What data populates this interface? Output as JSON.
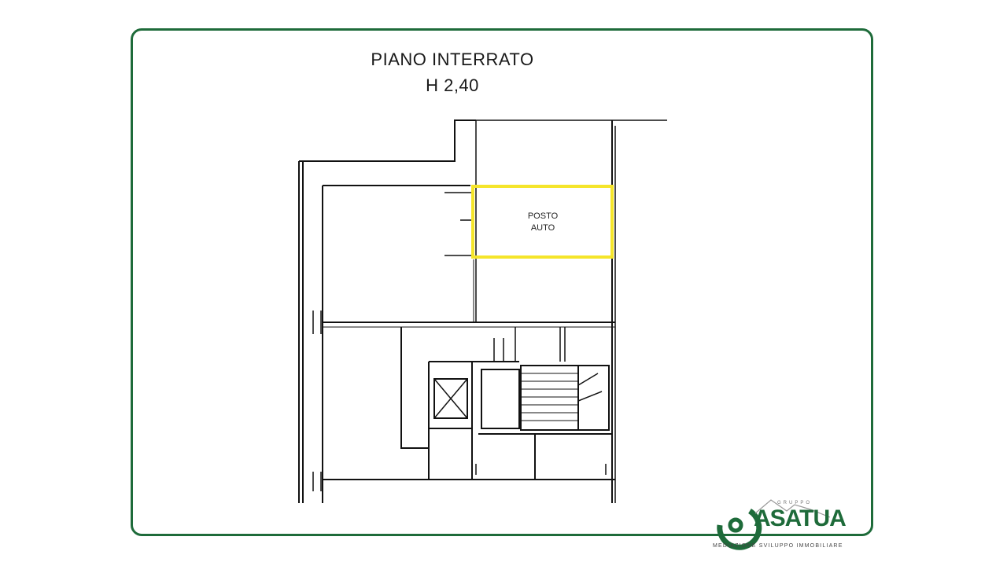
{
  "title": {
    "line1": "PIANO INTERRATO",
    "line2": "H 2,40"
  },
  "parking": {
    "line1": "POSTO",
    "line2": "AUTO",
    "highlight_color": "#f5e52a"
  },
  "logo": {
    "word": "ASATUA",
    "group": "GRUPPO",
    "tagline": "MEDIAZIONE SVILUPPO IMMOBILIARE",
    "brand_color": "#1e6b3a"
  }
}
